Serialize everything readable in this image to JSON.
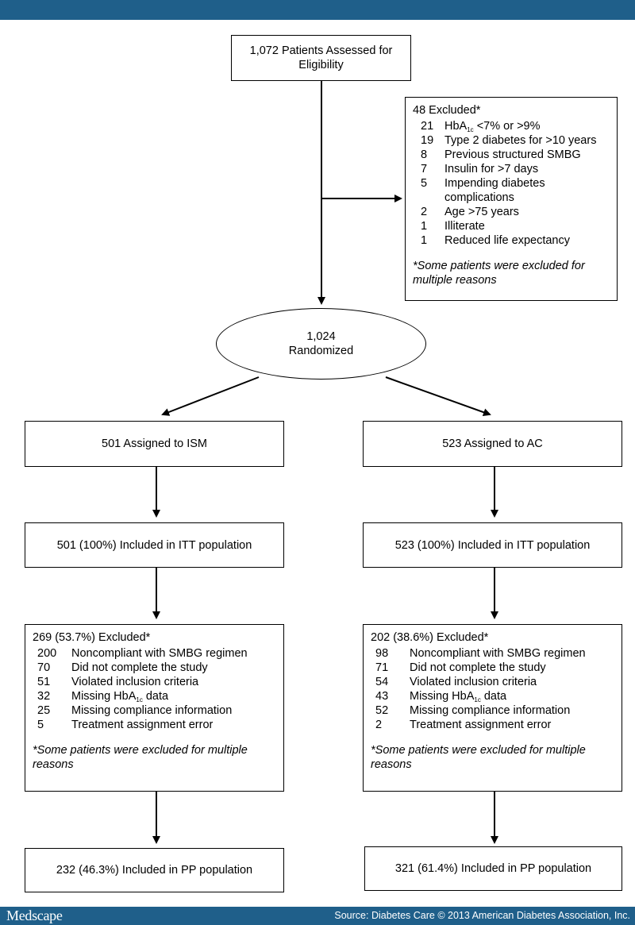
{
  "colors": {
    "bar": "#1f5f8a",
    "line": "#000000"
  },
  "header": {
    "brand": "Medscape",
    "source": "Source: Diabetes Care © 2013 American Diabetes Association, Inc."
  },
  "eligibility": "1,072 Patients Assessed for Eligibility",
  "excluded": {
    "title": "48 Excluded*",
    "items": [
      {
        "n": "21",
        "text": "HbA1c <7% or >9%"
      },
      {
        "n": "19",
        "text": "Type 2 diabetes for >10 years"
      },
      {
        "n": "8",
        "text": "Previous structured SMBG"
      },
      {
        "n": "7",
        "text": "Insulin for >7 days"
      },
      {
        "n": "5",
        "text": "Impending diabetes complications"
      },
      {
        "n": "2",
        "text": "Age >75 years"
      },
      {
        "n": "1",
        "text": "Illiterate"
      },
      {
        "n": "1",
        "text": "Reduced life expectancy"
      }
    ],
    "note": "*Some patients were excluded for multiple reasons"
  },
  "randomized": {
    "count": "1,024",
    "label": "Randomized"
  },
  "ism": {
    "assigned": "501 Assigned to ISM",
    "itt": "501 (100%) Included in ITT population",
    "excluded_title": "269 (53.7%) Excluded*",
    "excluded_items": [
      {
        "n": "200",
        "text": "Noncompliant with SMBG regimen"
      },
      {
        "n": "70",
        "text": "Did not complete the study"
      },
      {
        "n": "51",
        "text": "Violated inclusion criteria"
      },
      {
        "n": "32",
        "text": "Missing HbA1c data"
      },
      {
        "n": "25",
        "text": "Missing compliance information"
      },
      {
        "n": "5",
        "text": "Treatment assignment error"
      }
    ],
    "note": "*Some patients were excluded for multiple reasons",
    "pp": "232 (46.3%) Included in PP population"
  },
  "ac": {
    "assigned": "523 Assigned to AC",
    "itt": "523 (100%) Included in ITT population",
    "excluded_title": "202 (38.6%) Excluded*",
    "excluded_items": [
      {
        "n": "98",
        "text": "Noncompliant with SMBG regimen"
      },
      {
        "n": "71",
        "text": "Did not complete the study"
      },
      {
        "n": "54",
        "text": "Violated inclusion criteria"
      },
      {
        "n": "43",
        "text": "Missing HbA1c data"
      },
      {
        "n": "52",
        "text": "Missing compliance information"
      },
      {
        "n": "2",
        "text": "Treatment assignment error"
      }
    ],
    "note": "*Some patients were excluded for multiple reasons",
    "pp": "321 (61.4%) Included in PP population"
  }
}
